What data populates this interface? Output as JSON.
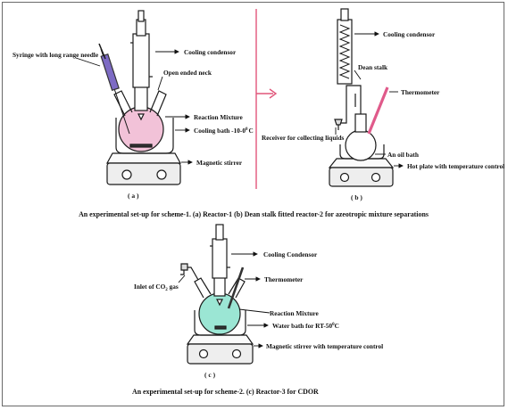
{
  "panel_a": {
    "labels": {
      "syringe": "Syringe with long range needle",
      "condenser": "Cooling condensor",
      "open_neck": "Open ended neck",
      "mixture": "Reaction Mixture",
      "bath": "Cooling bath -10-0",
      "bath_sup": "0",
      "bath_unit": "C",
      "stirrer": "Magnetic stirrer"
    },
    "tag": "( a )"
  },
  "panel_b": {
    "labels": {
      "condenser": "Cooling condensor",
      "dean_stalk": "Dean stalk",
      "thermometer": "Thermometer",
      "receiver": "Receiver for collecting liquids",
      "oil_bath": "An oil bath",
      "hot_plate": "Hot plate with temperature control"
    },
    "tag": "( b )"
  },
  "caption_top": "An experimental set-up for scheme-1. (a) Reactor-1 (b) Dean stalk fitted reactor-2  for azeotropic mixture separations",
  "panel_c": {
    "labels": {
      "condenser": "Cooling Condensor",
      "thermometer": "Thermometer",
      "inlet_pre": "Inlet of CO",
      "inlet_sub": "2",
      "inlet_post": " gas",
      "mixture": "Reaction Mixture",
      "bath": "Water bath for RT-50",
      "bath_sup": "0",
      "bath_unit": "C",
      "stirrer": "Magnetic stirrer with temperature control"
    },
    "tag": "( c )"
  },
  "caption_bottom": "An experimental set-up for scheme-2. (c) Reactor-3 for CDOR",
  "colors": {
    "divider": "#e0567a",
    "arrow": "#e0567a",
    "syringe": "#7d6bc4",
    "flask_a": "#f2c2d8",
    "flask_c": "#9be6d4",
    "thermometer_b": "#e05a8a",
    "ink": "#1a1a1a"
  }
}
